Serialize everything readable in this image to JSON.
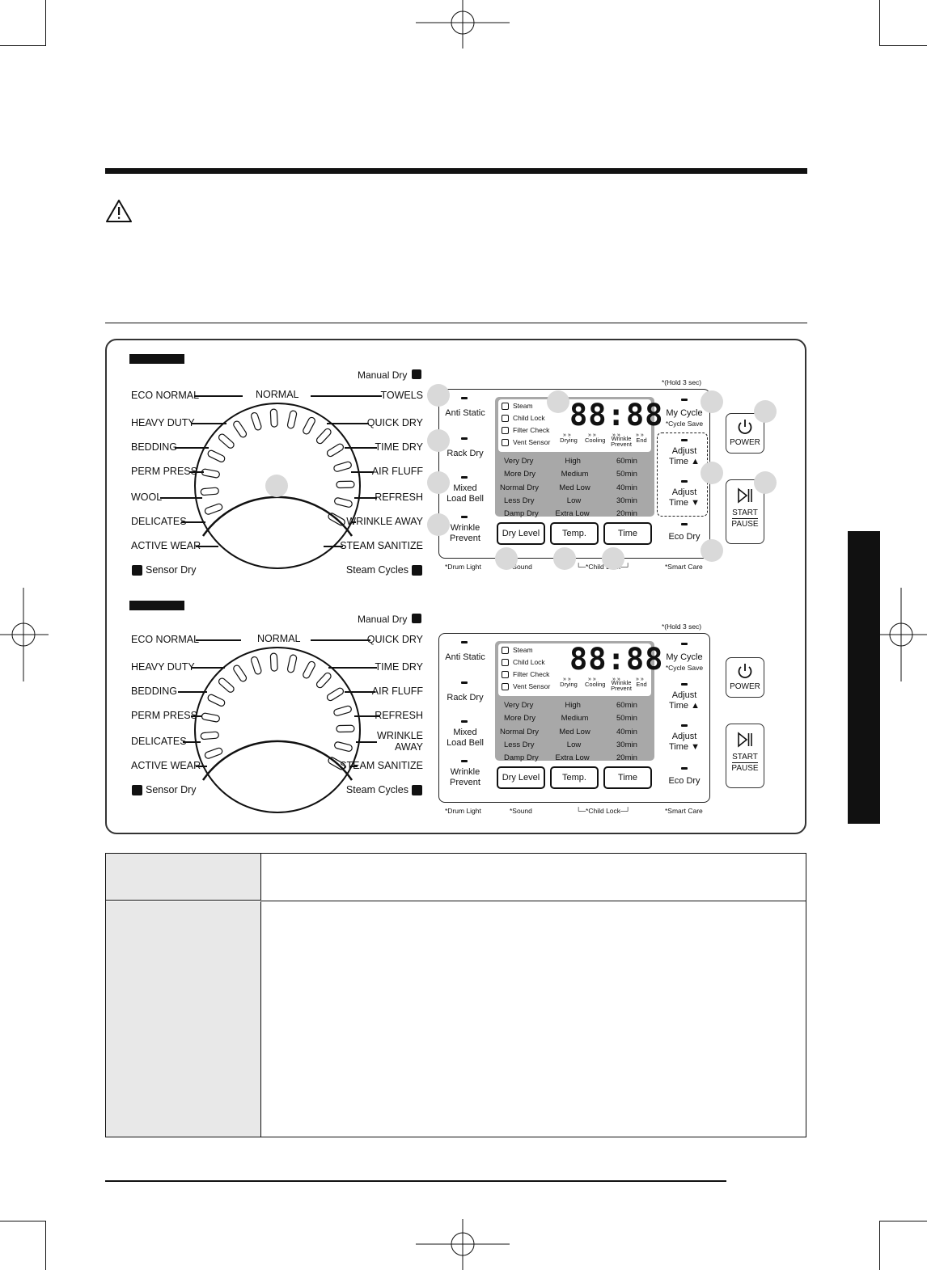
{
  "panels": [
    {
      "id": "panel-1",
      "manual_dry": "Manual Dry",
      "hold_note": "*(Hold 3 sec)",
      "dial_left": [
        "ECO NORMAL",
        "HEAVY DUTY",
        "BEDDING",
        "PERM PRESS",
        "WOOL",
        "DELICATES",
        "ACTIVE WEAR"
      ],
      "dial_top": "NORMAL",
      "dial_right": [
        "TOWELS",
        "QUICK DRY",
        "TIME DRY",
        "AIR FLUFF",
        "REFRESH",
        "WRINKLE AWAY",
        "STEAM SANITIZE"
      ],
      "sensor_dry": "Sensor Dry",
      "steam_cycles": "Steam Cycles",
      "left_buttons": [
        "Anti Static",
        "Rack Dry",
        "Mixed\nLoad Bell",
        "Wrinkle\nPrevent"
      ],
      "indicators": [
        "Steam",
        "Child Lock",
        "Filter Check",
        "Vent Sensor"
      ],
      "display": "88:88",
      "progress": [
        "Drying",
        "Cooling",
        "Wrinkle\nPrevent",
        "End"
      ],
      "dry_levels": [
        "Very Dry",
        "More Dry",
        "Normal Dry",
        "Less Dry",
        "Damp Dry"
      ],
      "temps": [
        "High",
        "Medium",
        "Med Low",
        "Low",
        "Extra Low"
      ],
      "times": [
        "60min",
        "50min",
        "40min",
        "30min",
        "20min"
      ],
      "select_buttons": [
        "Dry Level",
        "Temp.",
        "Time"
      ],
      "right_buttons": [
        "My Cycle",
        "*Cycle Save",
        "Adjust\nTime ▲",
        "Adjust\nTime ▼",
        "Eco Dry"
      ],
      "bottom_notes": [
        "*Drum Light",
        "*Sound",
        "*Child Lock",
        "*Smart Care"
      ],
      "power": "POWER",
      "start": "START",
      "pause": "PAUSE"
    },
    {
      "id": "panel-2",
      "manual_dry": "Manual Dry",
      "hold_note": "*(Hold 3 sec)",
      "dial_left": [
        "ECO NORMAL",
        "HEAVY DUTY",
        "BEDDING",
        "PERM PRESS",
        "DELICATES",
        "ACTIVE WEAR"
      ],
      "dial_top": "NORMAL",
      "dial_right": [
        "QUICK DRY",
        "TIME DRY",
        "AIR FLUFF",
        "REFRESH",
        "WRINKLE\nAWAY",
        "STEAM SANITIZE"
      ],
      "sensor_dry": "Sensor Dry",
      "steam_cycles": "Steam Cycles",
      "left_buttons": [
        "Anti Static",
        "Rack Dry",
        "Mixed\nLoad Bell",
        "Wrinkle\nPrevent"
      ],
      "indicators": [
        "Steam",
        "Child Lock",
        "Filter Check",
        "Vent Sensor"
      ],
      "display": "88:88",
      "progress": [
        "Drying",
        "Cooling",
        "Wrinkle\nPrevent",
        "End"
      ],
      "dry_levels": [
        "Very Dry",
        "More Dry",
        "Normal Dry",
        "Less Dry",
        "Damp Dry"
      ],
      "temps": [
        "High",
        "Medium",
        "Med Low",
        "Low",
        "Extra Low"
      ],
      "times": [
        "60min",
        "50min",
        "40min",
        "30min",
        "20min"
      ],
      "select_buttons": [
        "Dry Level",
        "Temp.",
        "Time"
      ],
      "right_buttons": [
        "My Cycle",
        "*Cycle Save",
        "Adjust\nTime ▲",
        "Adjust\nTime ▼",
        "Eco Dry"
      ],
      "bottom_notes": [
        "*Drum Light",
        "*Sound",
        "*Child Lock",
        "*Smart Care"
      ],
      "power": "POWER",
      "start": "START",
      "pause": "PAUSE"
    }
  ],
  "icons": {
    "warning": "warning-triangle-icon",
    "power": "power-icon",
    "start": "play-pause-icon"
  }
}
